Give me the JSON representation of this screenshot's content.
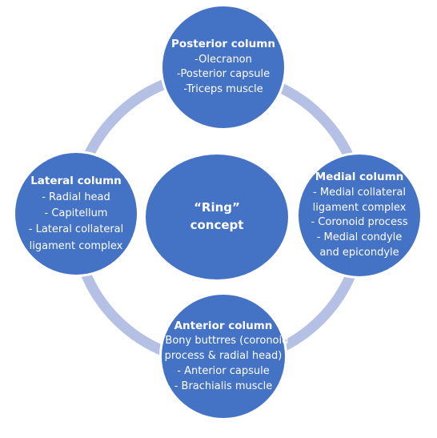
{
  "colors": {
    "node_fill": "#4472c4",
    "ring": "#b4c0e4",
    "node_border": "#ffffff",
    "text": "#ffffff"
  },
  "center": {
    "title": [
      "“Ring”",
      "concept"
    ]
  },
  "posterior": {
    "title": "Posterior column",
    "items": [
      "-Olecranon",
      "-Posterior capsule",
      "-Triceps muscle"
    ]
  },
  "lateral": {
    "title": "Lateral column",
    "items": [
      "- Radial head",
      "- Capitellum",
      "- Lateral collateral",
      "ligament complex"
    ]
  },
  "medial": {
    "title": "Medial column",
    "items": [
      "- Medial collateral",
      "ligament complex",
      "- Coronoid process",
      "- Medial condyle",
      "and epicondyle"
    ]
  },
  "anterior": {
    "title": "Anterior column",
    "items": [
      "- Bony buttrres (coronoid",
      "process & radial head)",
      "- Anterior capsule",
      "- Brachialis muscle"
    ]
  }
}
